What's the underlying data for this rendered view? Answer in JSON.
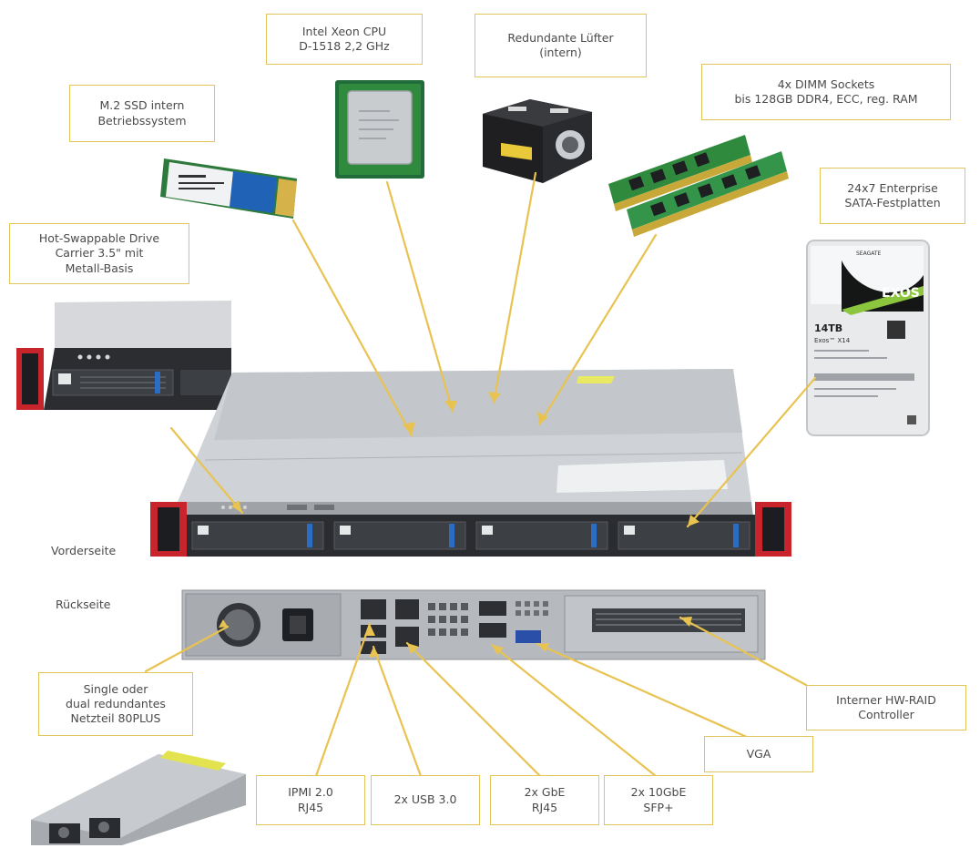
{
  "callouts": {
    "cpu": [
      "Intel Xeon CPU",
      "D-1518 2,2 GHz"
    ],
    "fans": [
      "Redundante Lüfter",
      "(intern)"
    ],
    "ssd": [
      "M.2 SSD intern",
      "Betriebssystem"
    ],
    "dimm": [
      "4x DIMM Sockets",
      "bis 128GB DDR4, ECC, reg. RAM"
    ],
    "hdd": [
      "24x7 Enterprise",
      "SATA-Festplatten"
    ],
    "carrier": [
      "Hot-Swappable Drive",
      "Carrier 3.5\" mit",
      "Metall-Basis"
    ],
    "psu": [
      "Single oder",
      "dual redundantes",
      "Netzteil 80PLUS"
    ],
    "raid": [
      "Interner HW-RAID",
      "Controller"
    ],
    "vga": [
      "VGA"
    ],
    "ipmi": [
      "IPMI 2.0",
      "RJ45"
    ],
    "usb": [
      "2x USB 3.0"
    ],
    "gbe": [
      "2x GbE",
      "RJ45"
    ],
    "sfp": [
      "2x 10GbE",
      "SFP+"
    ]
  },
  "labels": {
    "front": "Vorderseite",
    "rear": "Rückseite"
  },
  "product_text": {
    "hdd_brand": "EXOS",
    "hdd_capacity": "14TB",
    "hdd_model": "Exos™ X14",
    "maker": "SEAGATE"
  },
  "colors": {
    "accent": "#e3c55a",
    "line": "#e8c352",
    "chassis": "#b9bcc1",
    "bezel": "#2a2c30",
    "bezel_red": "#c8242b",
    "pcb_green": "#2f8a3e"
  }
}
